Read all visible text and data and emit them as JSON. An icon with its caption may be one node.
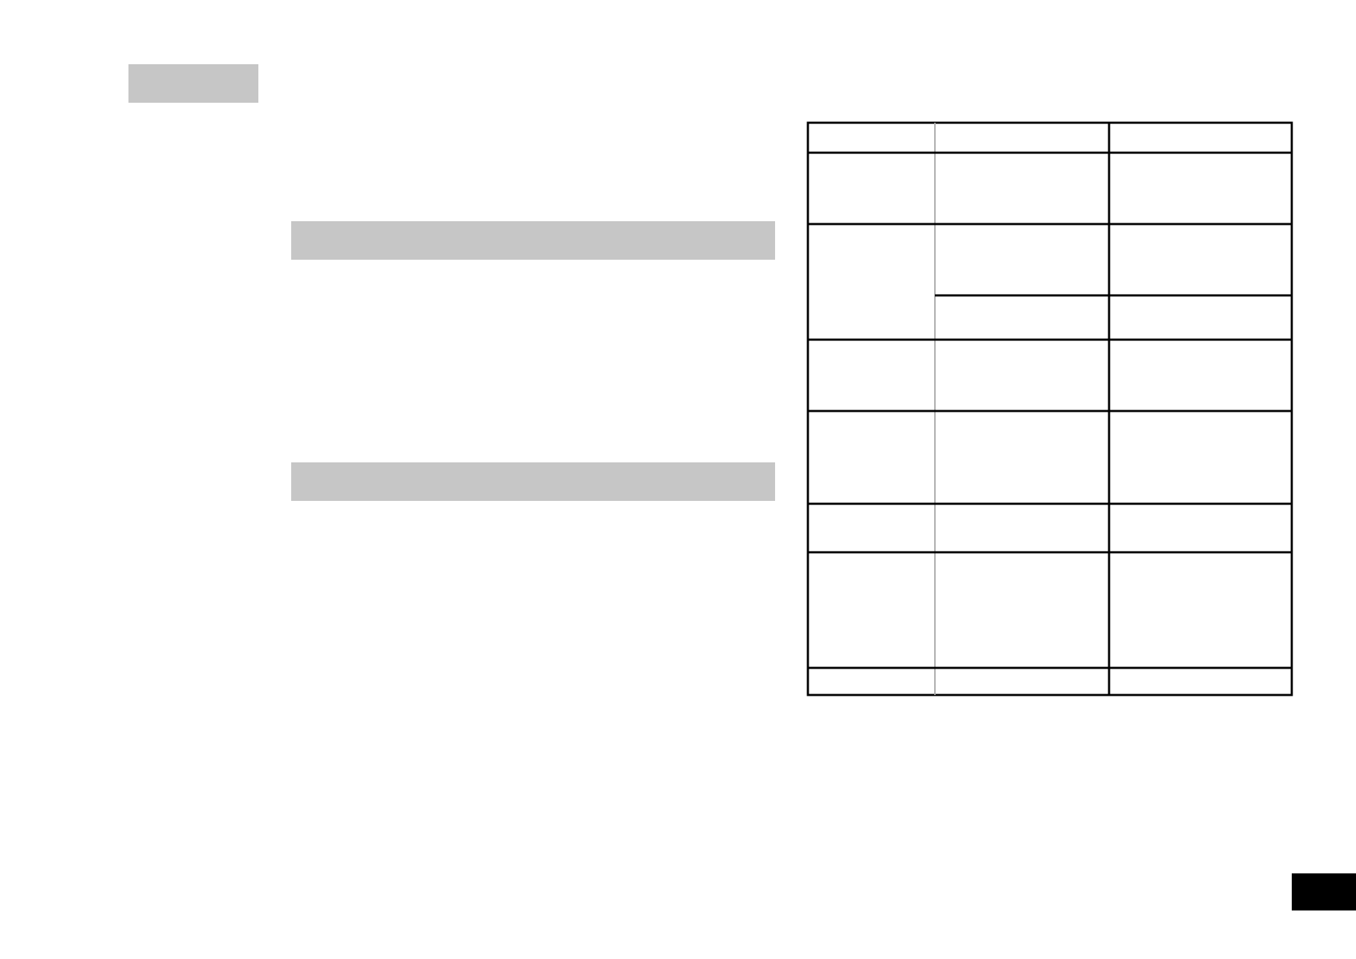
{
  "diagram": {
    "nodes": [
      {
        "text": [],
        "shape": "bar"
      },
      {
        "text": [],
        "shape": "bar"
      },
      {
        "text": [],
        "shape": "bar"
      },
      {
        "text": [],
        "shape": "box"
      },
      {
        "text": [],
        "shape": "box"
      }
    ]
  }
}
